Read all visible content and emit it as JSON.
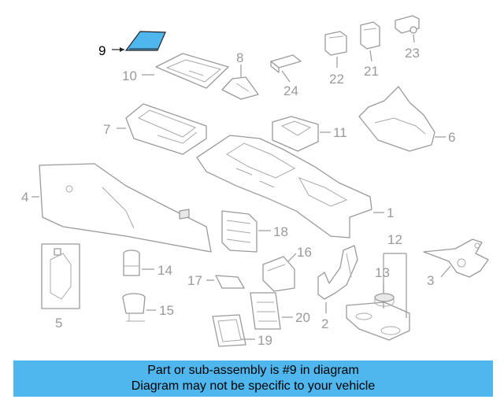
{
  "diagram": {
    "highlight_color": "#4fb6ee",
    "callouts": [
      "1",
      "2",
      "3",
      "4",
      "5",
      "6",
      "7",
      "8",
      "9",
      "10",
      "11",
      "12",
      "13",
      "14",
      "15",
      "16",
      "17",
      "18",
      "19",
      "20",
      "21",
      "22",
      "23",
      "24"
    ],
    "highlighted_callout": "9"
  },
  "banner": {
    "line1": "Part or sub-assembly is #9 in diagram",
    "line2": "Diagram may not be specific to your vehicle",
    "background": "#4fb6ee"
  }
}
